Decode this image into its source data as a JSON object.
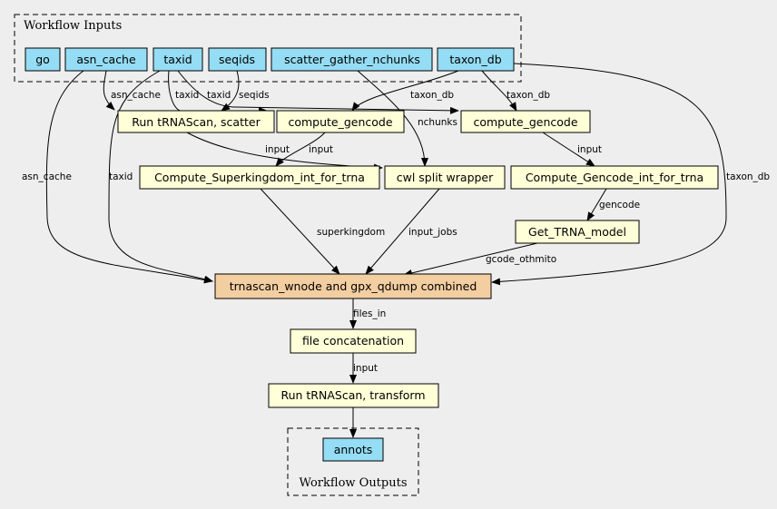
{
  "clusters": {
    "inputs_title": "Workflow Inputs",
    "outputs_title": "Workflow Outputs"
  },
  "colors": {
    "background": "#eeeeee",
    "io_node": "#94ddf4",
    "step_node": "#ffffd8",
    "main_node": "#f3cea1"
  },
  "nodes": {
    "go": "go",
    "asn_cache": "asn_cache",
    "taxid": "taxid",
    "seqids": "seqids",
    "scatter_gather_nchunks": "scatter_gather_nchunks",
    "taxon_db": "taxon_db",
    "run_trnascan_scatter": "Run tRNAScan, scatter",
    "compute_gencode_1": "compute_gencode",
    "compute_gencode_2": "compute_gencode",
    "compute_superkingdom": "Compute_Superkingdom_int_for_trna",
    "cwl_split_wrapper": "cwl split wrapper",
    "compute_gencode_int": "Compute_Gencode_int_for_trna",
    "get_trna_model": "Get_TRNA_model",
    "trnascan_combined": "trnascan_wnode and gpx_qdump combined",
    "file_concatenation": "file concatenation",
    "run_trnascan_transform": "Run tRNAScan, transform",
    "annots": "annots"
  },
  "edge_labels": {
    "asn_cache_to_scatter": "asn_cache",
    "taxid_to_gencode1": "taxid",
    "taxid_to_gencode2": "taxid",
    "seqids_to_scatter": "seqids",
    "taxon_db_to_gencode1": "taxon_db",
    "taxon_db_to_gencode2": "taxon_db",
    "nchunks_to_split": "nchunks",
    "asn_cache_to_combined": "asn_cache",
    "taxid_to_combined": "taxid",
    "taxon_db_to_combined": "taxon_db",
    "scatter_to_split": "input",
    "gencode1_to_superkingdom": "input",
    "gencode2_to_gencode_int": "input",
    "gencode_int_to_model": "gencode",
    "superkingdom_to_combined": "superkingdom",
    "split_to_combined": "input_jobs",
    "model_to_combined": "gcode_othmito",
    "combined_to_concat": "files_in",
    "concat_to_transform": "input"
  }
}
